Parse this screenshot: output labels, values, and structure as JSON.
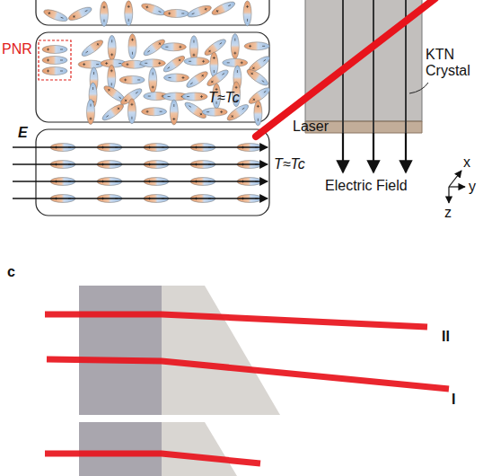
{
  "diagram": {
    "labels": [
      "PNR",
      "T≈Tc",
      "KTN Crystal",
      "Laser",
      "E",
      "T≈Tc",
      "Electric Field",
      "x",
      "y",
      "z",
      "c",
      "II",
      "I"
    ]
  }
}
